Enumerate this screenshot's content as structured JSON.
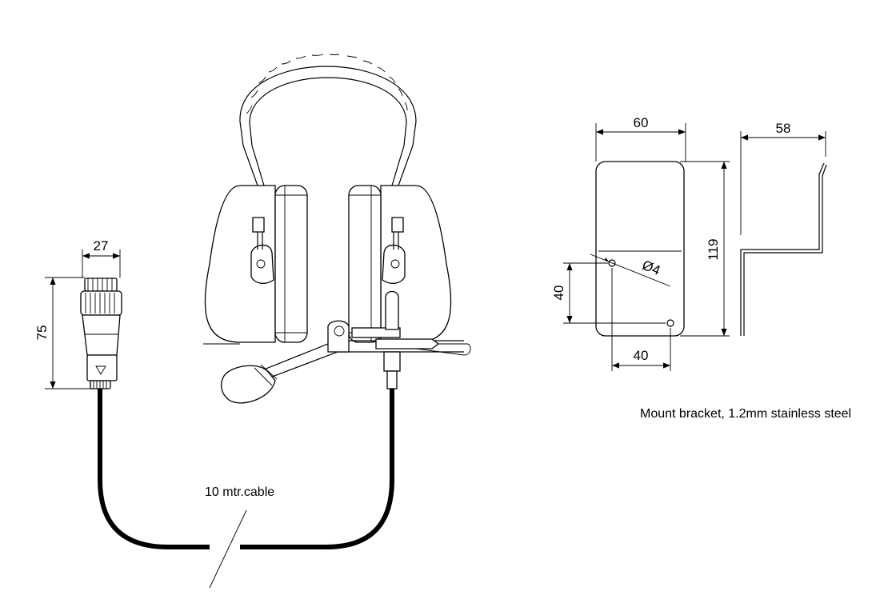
{
  "connector": {
    "width": "27",
    "height": "75"
  },
  "cable": {
    "label": "10 mtr.cable"
  },
  "bracket": {
    "width": "60",
    "depth": "58",
    "height": "119",
    "hole_dia": "Ø4",
    "vertical_spacing": "40",
    "horizontal_spacing": "40",
    "caption": "Mount bracket, 1.2mm stainless steel"
  }
}
